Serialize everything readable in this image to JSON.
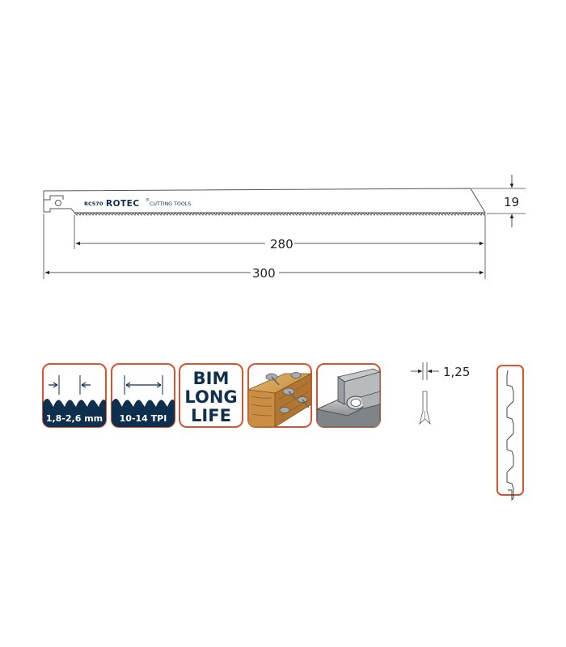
{
  "blade": {
    "model": "RC570",
    "brand": "ROTEC",
    "registered": "®",
    "tagline": "CUTTING TOOLS"
  },
  "dimensions": {
    "height": "19",
    "cut_length": "280",
    "total_length": "300",
    "thickness": "1,25"
  },
  "icons": {
    "tooth_pitch": "1,8-2,6 mm",
    "tpi": "10-14 TPI",
    "bim_lines": [
      "BIM",
      "LONG",
      "LIFE"
    ]
  },
  "colors": {
    "frame": "#d9532f",
    "navy": "#0f2f4f",
    "blade_fill": "#ffffff"
  }
}
